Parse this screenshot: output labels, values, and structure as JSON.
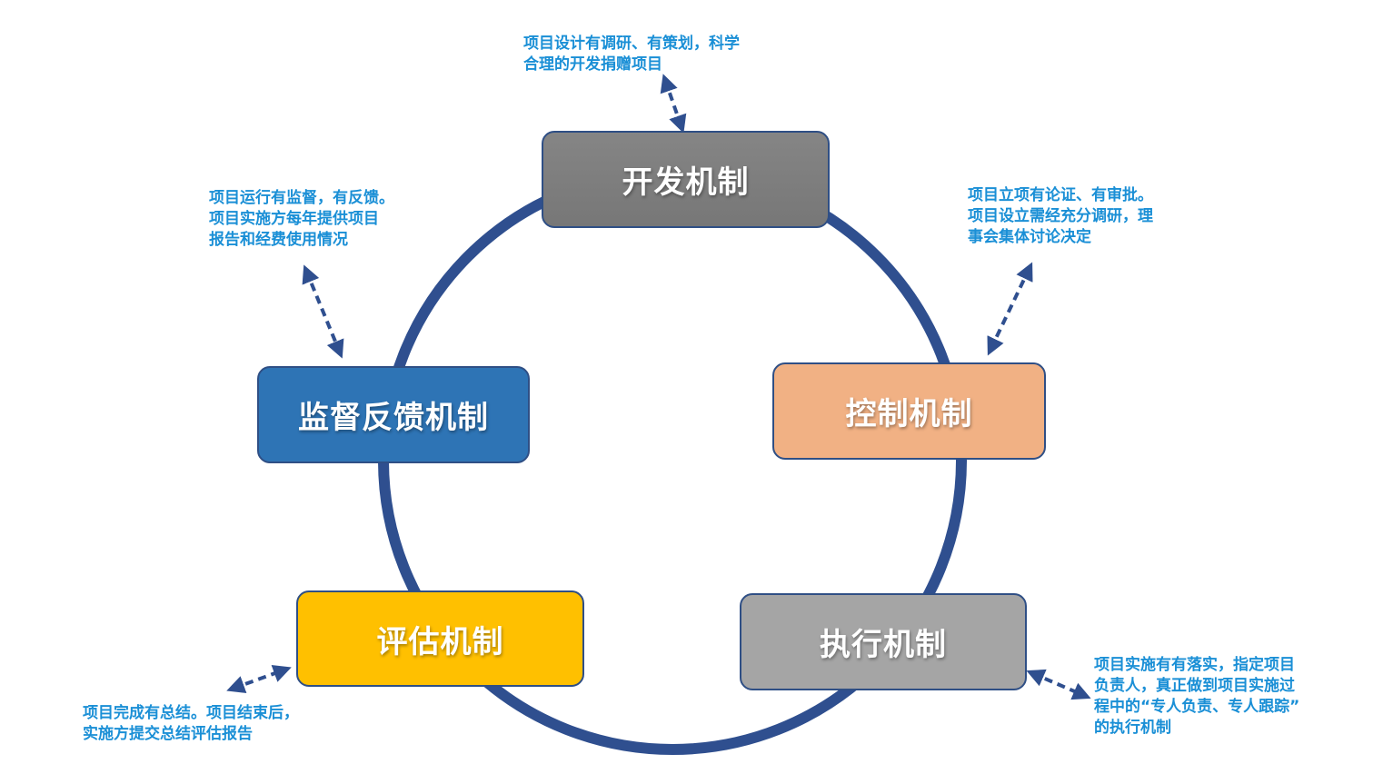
{
  "colors": {
    "ring": "#2f4f8f",
    "arrow": "#2f4f8f",
    "note_text": "#1a8fd6",
    "development_box": "#808080",
    "control_box": "#f1b184",
    "supervision_box": "#2e74b5",
    "evaluation_box": "#ffc000",
    "execution_box": "#a5a5a5"
  },
  "stages": {
    "development": "开发机制",
    "control": "控制机制",
    "execution": "执行机制",
    "evaluation": "评估机制",
    "supervision": "监督反馈机制"
  },
  "notes": {
    "development": [
      "项目设计有调研、有策划，科学",
      "合理的开发捐赠项目"
    ],
    "control": [
      "项目立项有论证、有审批。",
      "项目设立需经充分调研，理",
      "事会集体讨论决定"
    ],
    "execution": [
      "项目实施有有落实，指定项目",
      "负责人，真正做到项目实施过",
      "程中的“专人负责、专人跟踪”",
      "的执行机制"
    ],
    "evaluation": [
      "项目完成有总结。项目结束后，",
      "实施方提交总结评估报告"
    ],
    "supervision": [
      "项目运行有监督，有反馈。",
      "项目实施方每年提供项目",
      "报告和经费使用情况"
    ]
  }
}
